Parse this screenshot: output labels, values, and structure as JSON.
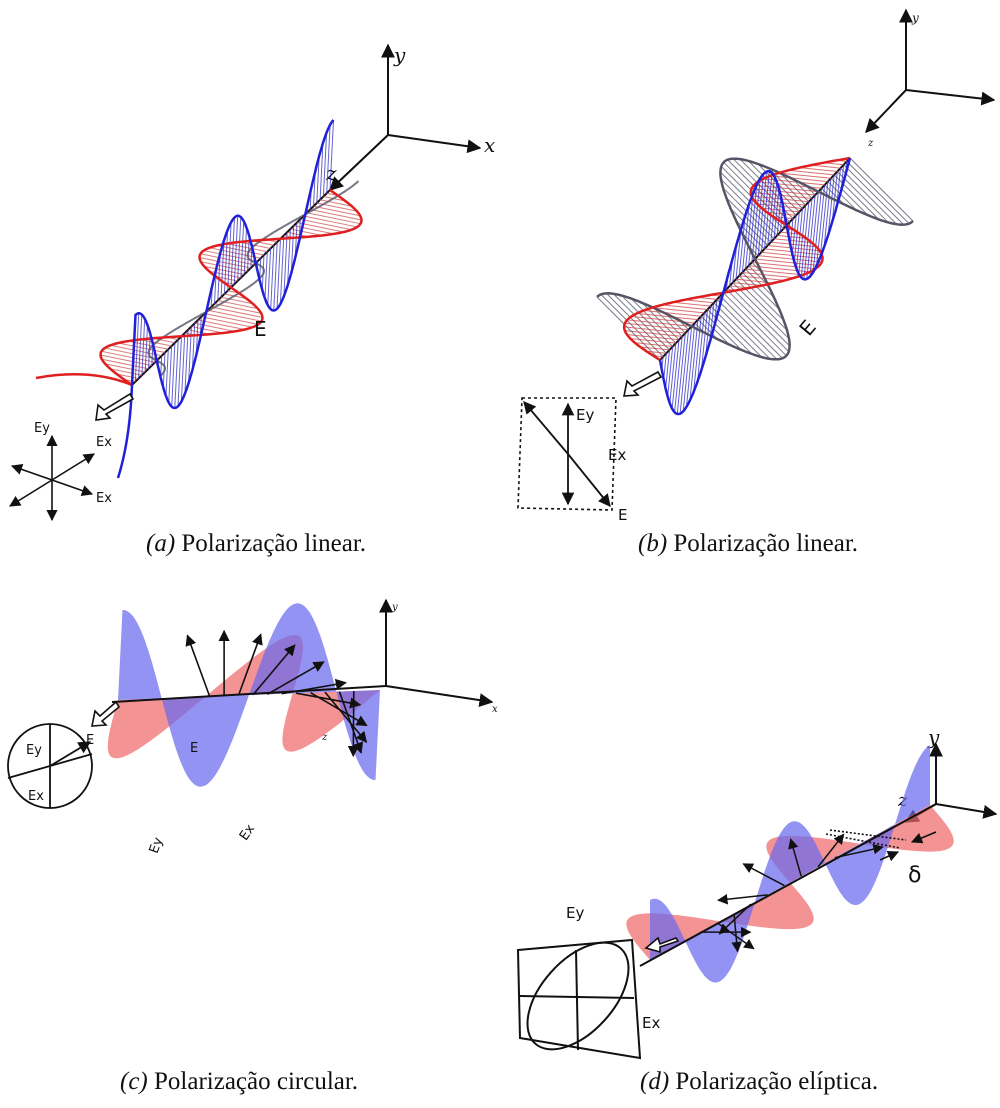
{
  "captions": {
    "a": {
      "letter": "(a)",
      "text": "Polarização linear."
    },
    "b": {
      "letter": "(b)",
      "text": "Polarização linear."
    },
    "c": {
      "letter": "(c)",
      "text": "Polarização circular."
    },
    "d": {
      "letter": "(d)",
      "text": "Polarização elíptica."
    }
  },
  "axes": {
    "x": "x",
    "y": "y",
    "z": "z"
  },
  "labels": {
    "E": "E",
    "Ex": "Ex",
    "Ey": "Ey",
    "delta": "δ"
  },
  "colors": {
    "red": "#e02020",
    "blue": "#2020d8",
    "gray": "#5a5a6e",
    "red_fill": "#ee6a6a",
    "blue_fill": "#6a6aee"
  }
}
